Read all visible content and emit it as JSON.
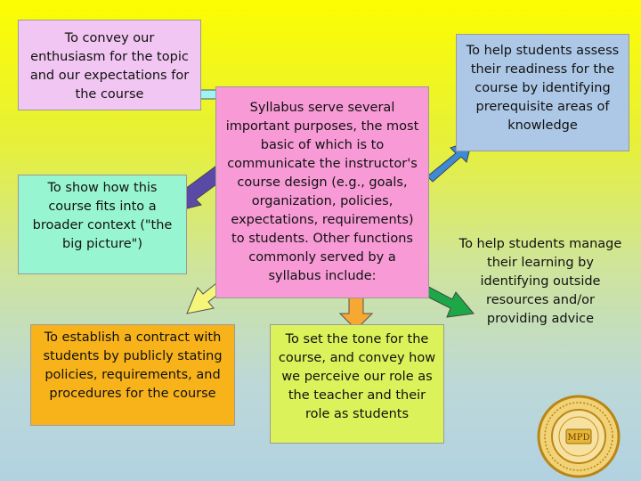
{
  "central": {
    "text": "Syllabus serve several important purposes, the most basic of which is to communicate the instructor's course design (e.g., goals, organization, policies, expectations, requirements) to students. Other functions commonly served by a syllabus include:"
  },
  "purposes": [
    {
      "text": "To convey our enthusiasm for the topic and our expectations for the course"
    },
    {
      "text": "To show how this course fits into a broader context (\"the big picture\")"
    },
    {
      "text": "To establish a contract with students by publicly stating policies, requirements, and procedures for the course"
    },
    {
      "text": "To set the tone for the course, and convey how we perceive our role as the teacher and their role as students"
    },
    {
      "text": "To help students assess their readiness for the course by identifying prerequisite areas of knowledge"
    },
    {
      "text": "To help students manage their learning by identifying outside resources and/or providing advice"
    }
  ],
  "colors": {
    "central": "#f79ad6",
    "enthusiasm": "#f2c6f2",
    "big_picture": "#98f5d2",
    "contract": "#f9b31a",
    "tone": "#dcf25a",
    "readiness": "#adc8e6",
    "arrow_cyan": "#9ef4f4",
    "arrow_indigo": "#5a4aa8",
    "arrow_yellow": "#f5f57a",
    "arrow_orange": "#f7a833",
    "arrow_blue": "#3d8ad6",
    "arrow_green": "#1da848",
    "seal_gold": "#d9a21f"
  },
  "seal": {
    "text": "MPD"
  }
}
